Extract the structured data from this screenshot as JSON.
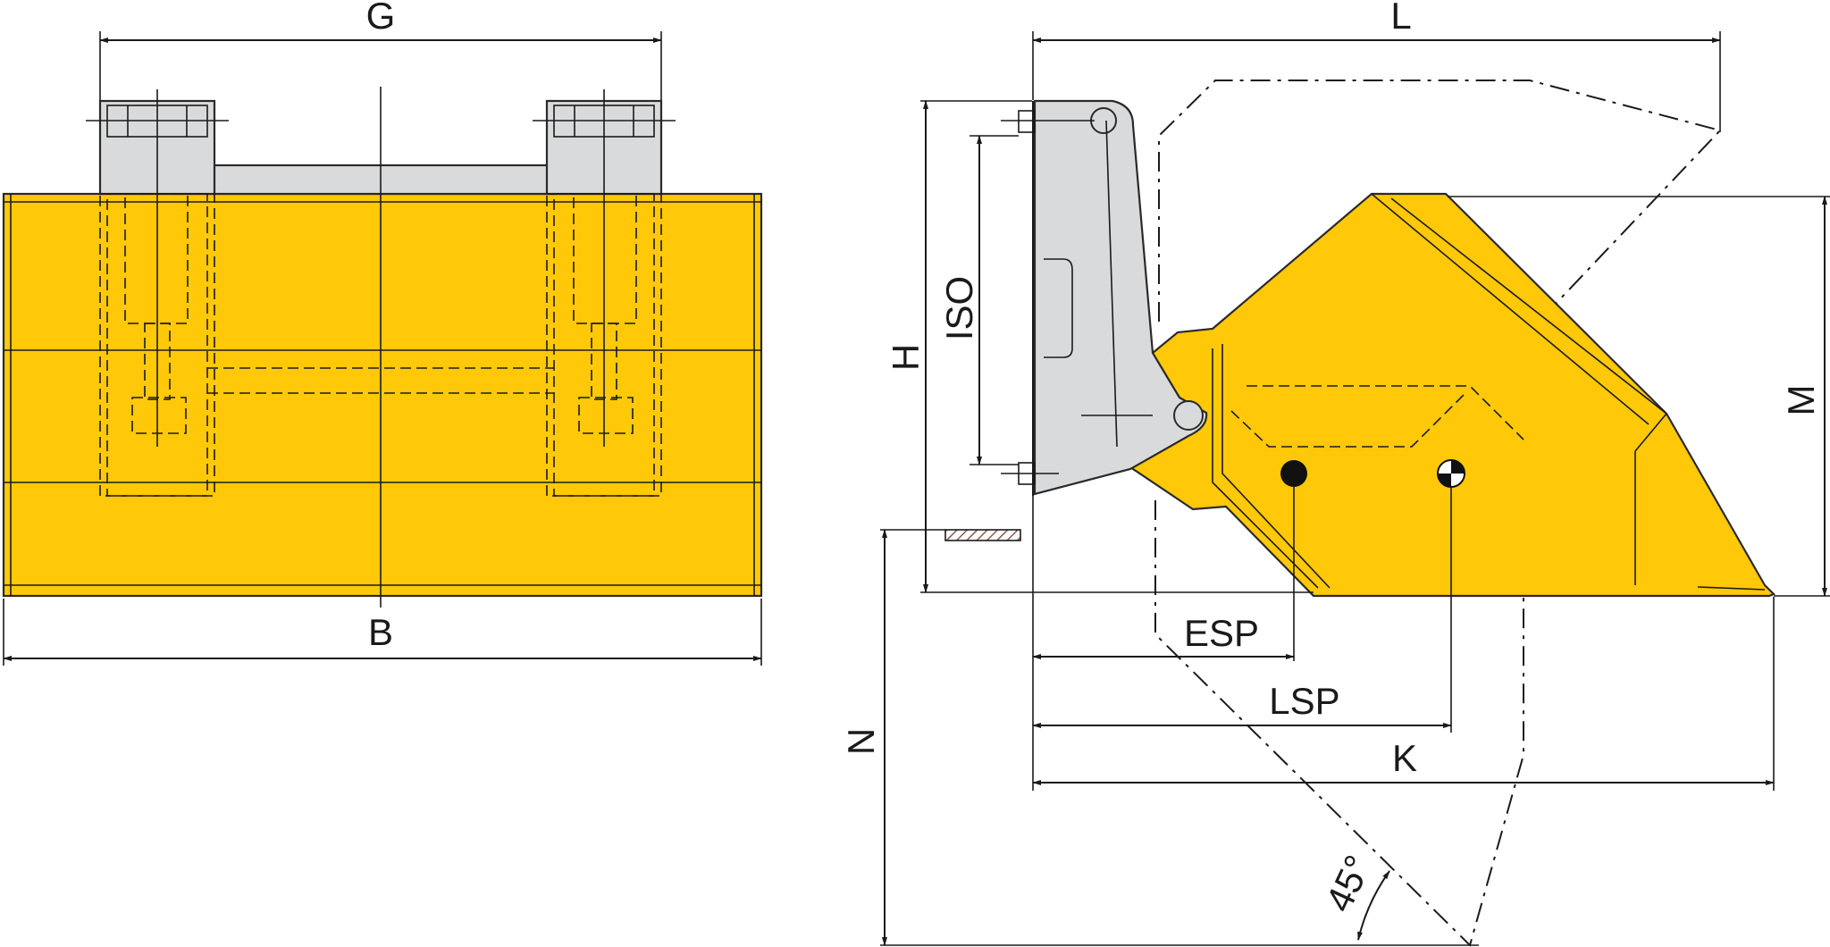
{
  "colors": {
    "bucket": "#FFC808",
    "bracket": "#D9DADC",
    "line": "#1a1a1a"
  },
  "labels": {
    "G": "G",
    "B": "B",
    "L": "L",
    "H": "H",
    "ISO": "ISO",
    "M": "M",
    "N": "N",
    "ESP": "ESP",
    "LSP": "LSP",
    "K": "K",
    "angle": "45°"
  }
}
